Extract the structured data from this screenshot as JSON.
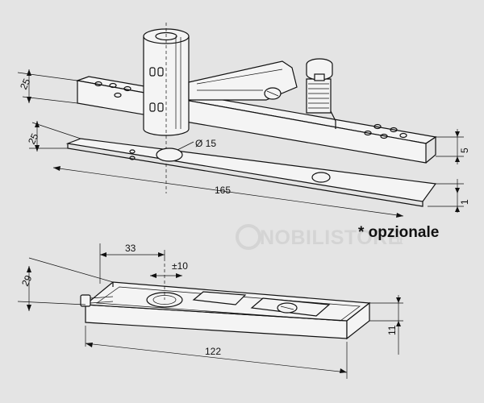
{
  "dimensions": {
    "top_width_a": "25",
    "top_width_b": "25",
    "diameter": "Ø 15",
    "length_plate": "165",
    "thickness_a": "5",
    "thickness_b": "1",
    "offset_33": "33",
    "tolerance": "±10",
    "width_29": "29",
    "height_11": "11",
    "length_box": "122"
  },
  "note": "* opzionale",
  "watermark": {
    "brand": "NOBILISTORE",
    "suffix": ".it"
  }
}
